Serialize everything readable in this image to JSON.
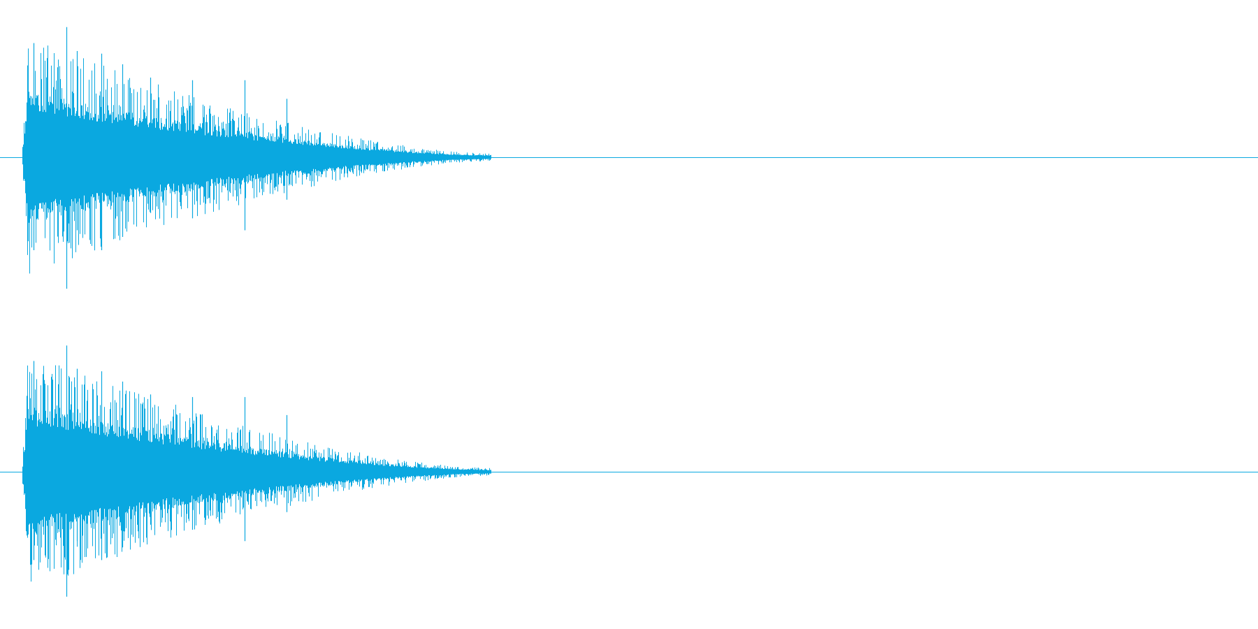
{
  "waveform": {
    "channels": [
      {
        "name": "",
        "peak_upper": 0.99,
        "peak_lower": -0.99
      },
      {
        "name": "",
        "peak_upper": 0.96,
        "peak_lower": -0.94
      }
    ],
    "onset_fraction": 0.017,
    "decay_end_fraction": 0.39,
    "color": "#0aa8e0",
    "background": "#ffffff"
  }
}
